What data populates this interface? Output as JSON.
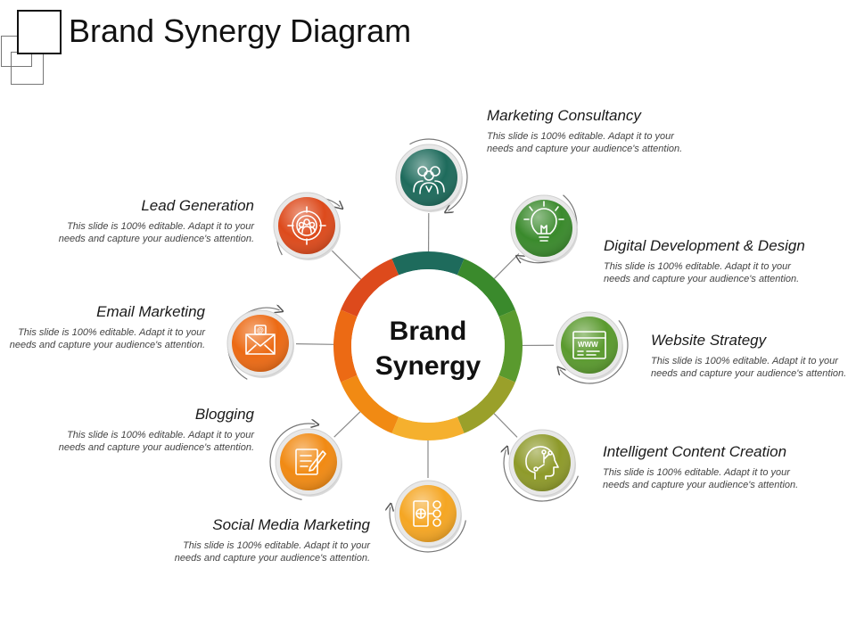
{
  "slide": {
    "title": "Brand Synergy Diagram",
    "hub": {
      "line1": "Brand",
      "line2": "Synergy"
    }
  },
  "items": [
    {
      "key": "marketing-consultancy",
      "title": "Marketing Consultancy",
      "desc": "This slide is 100% editable. Adapt it to your needs and capture your audience's attention.",
      "color": "#1e6b5c",
      "icon": "team-icon"
    },
    {
      "key": "digital-development",
      "title": "Digital Development & Design",
      "desc": "This slide is 100% editable. Adapt it to your needs and capture your audience's attention.",
      "color": "#3a8a2c",
      "icon": "lightbulb-icon"
    },
    {
      "key": "website-strategy",
      "title": "Website Strategy",
      "desc": "This slide is 100% editable. Adapt it to your needs and capture your audience's attention.",
      "color": "#5a9a2e",
      "icon": "browser-www-icon"
    },
    {
      "key": "intelligent-content",
      "title": "Intelligent Content Creation",
      "desc": "This slide is 100% editable. Adapt it to your needs and capture your audience's attention.",
      "color": "#8e9a2a",
      "icon": "brain-circuit-icon"
    },
    {
      "key": "social-media",
      "title": "Social Media Marketing",
      "desc": "This slide is 100% editable. Adapt it to your needs and capture your audience's attention.",
      "color": "#f5a623",
      "icon": "phone-globe-icon"
    },
    {
      "key": "blogging",
      "title": "Blogging",
      "desc": "This slide is 100% editable. Adapt it to your needs and capture your audience's attention.",
      "color": "#f18a13",
      "icon": "pen-notepad-icon"
    },
    {
      "key": "email-marketing",
      "title": "Email Marketing",
      "desc": "This slide is 100% editable. Adapt it to your needs and capture your audience's attention.",
      "color": "#ec6a14",
      "icon": "envelope-at-icon"
    },
    {
      "key": "lead-generation",
      "title": "Lead Generation",
      "desc": "This slide is 100% editable. Adapt it to your needs and capture your audience's attention.",
      "color": "#dd4a1c",
      "icon": "target-users-icon"
    }
  ]
}
